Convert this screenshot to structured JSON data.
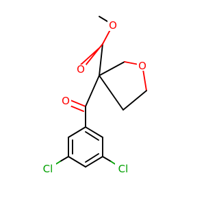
{
  "molecule": {
    "atoms": {
      "ester_oxygen": "O",
      "carbonyl_oxygen_ester": "O",
      "ring_oxygen": "O",
      "ketone_oxygen": "O",
      "chlorine_left": "Cl",
      "chlorine_right": "Cl"
    }
  },
  "colors": {
    "oxygen": "#ff0000",
    "chlorine": "#00a000",
    "bond": "#000000",
    "background": "#ffffff"
  }
}
